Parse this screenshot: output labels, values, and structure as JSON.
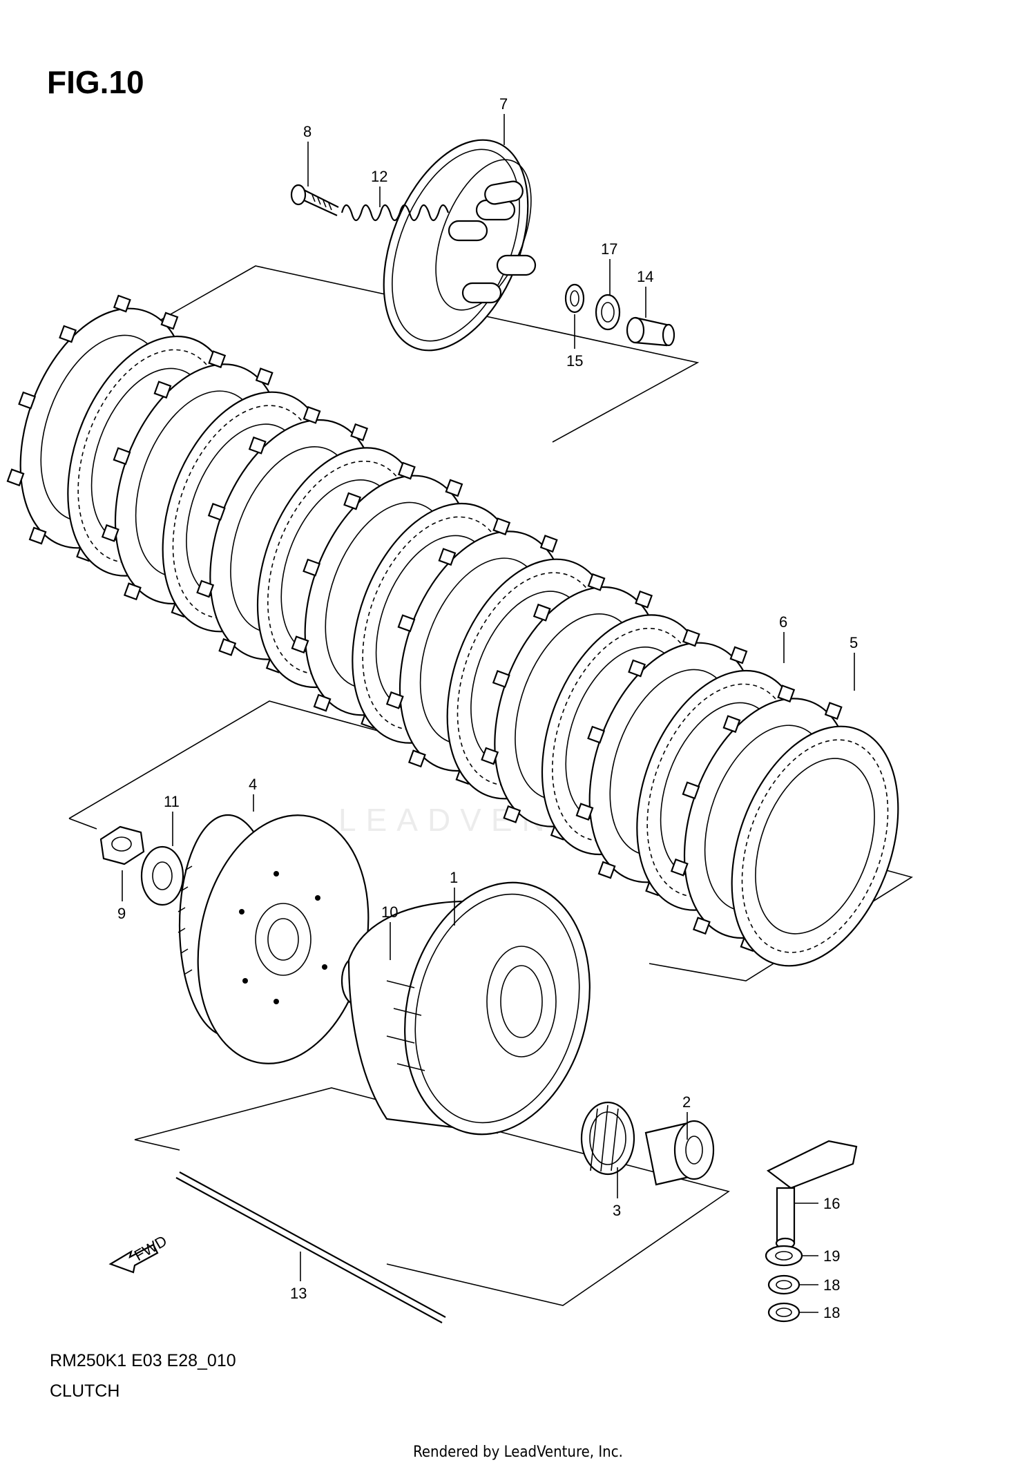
{
  "figure": {
    "title": "FIG.10",
    "model_code": "RM250K1 E03 E28_010",
    "section_name": "CLUTCH",
    "watermark": "LEADVENTURE",
    "footer": "Rendered by LeadVenture, Inc.",
    "fwd_label": "FWD"
  },
  "callouts": [
    "1",
    "2",
    "3",
    "4",
    "5",
    "6",
    "7",
    "8",
    "9",
    "10",
    "11",
    "12",
    "13",
    "14",
    "15",
    "16",
    "17",
    "18",
    "18",
    "19"
  ],
  "colors": {
    "line": "#000000",
    "background": "#ffffff",
    "watermark": "#ececec"
  }
}
